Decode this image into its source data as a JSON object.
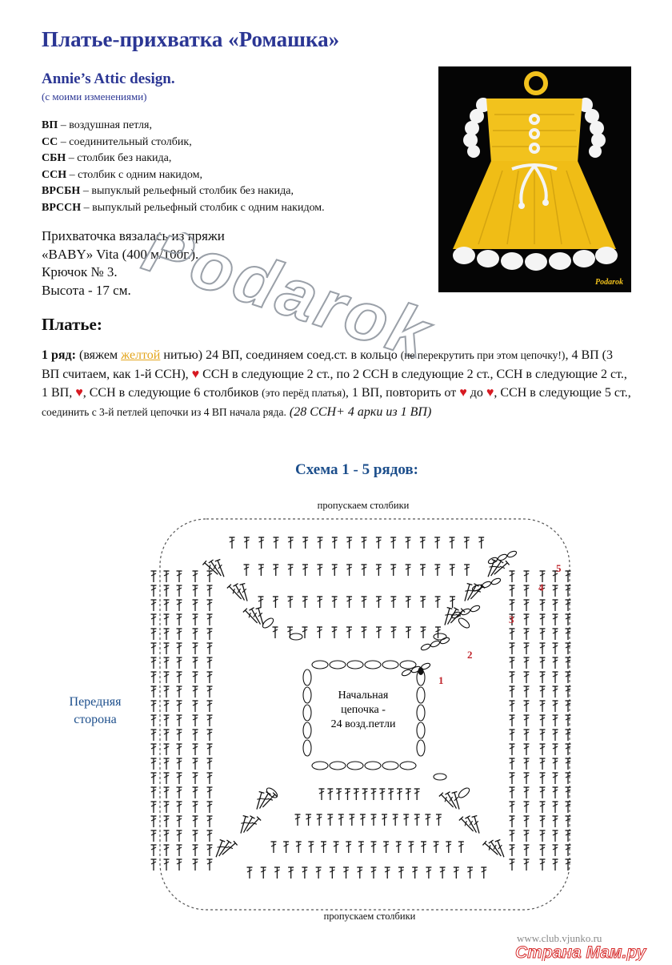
{
  "header": {
    "title": "Платье-прихватка «Ромашка»",
    "subtitle": "Annie’s Attic design.",
    "note": "(с моими изменениями)"
  },
  "legend": [
    {
      "abbr": "ВП",
      "text": " – воздушная петля,"
    },
    {
      "abbr": "СС",
      "text": " – соединительный столбик,"
    },
    {
      "abbr": "СБН",
      "text": " – столбик без накида,"
    },
    {
      "abbr": "ССН",
      "text": " – столбик с одним накидом,"
    },
    {
      "abbr": "ВРСБН",
      "text": " – выпуклый рельефный столбик без накида,"
    },
    {
      "abbr": "ВРССН",
      "text": " – выпуклый рельефный столбик с одним накидом."
    }
  ],
  "yarn": {
    "line1": "Прихваточка вязалась из пряжи",
    "line2": "«BABY» Vita (400 м/100г.).",
    "line3": "Крючок № 3.",
    "line4": "Высота - 17 см."
  },
  "dress": {
    "heading": "Платье:",
    "row1_label": "1 ряд:",
    "t1": " (вяжем ",
    "t_yellow": "желтой",
    "t2": " нитью) 24 ВП, соединяем соед.ст. в кольцо ",
    "t3": "(не перекрутить при этом цепочку!)",
    "t4": ", 4 ВП (3 ВП считаем, как 1-й ССН), ",
    "heart": "♥",
    "t5": " ССН в следующие 2 ст., по 2 ССН в следующие 2 ст., ССН в следующие 2 ст., 1 ВП, ",
    "t6": ", ССН в следующие 6 столбиков ",
    "t7": "(это перёд платья)",
    "t8": ", 1 ВП, повторить от ",
    "t9": " до ",
    "t10": ",  ССН в следующие 5 ст., ",
    "t11": "соединить с 3-й петлей цепочки из 4 ВП начала ряда.",
    "t12": "  (28 ССН+ 4 арки из 1 ВП)"
  },
  "photo": {
    "signature": "Podarok"
  },
  "watermark": "Podarok",
  "scheme": {
    "title": "Схема 1 - 5 рядов:",
    "top_label": "пропускаем столбики",
    "bottom_label": "пропускаем столбики",
    "center_line1": "Начальная",
    "center_line2": "цепочка -",
    "center_line3": "24 возд.петли",
    "row_numbers": [
      "1",
      "2",
      "3",
      "4",
      "5"
    ],
    "front_line1": "Передняя",
    "front_line2": "сторона"
  },
  "footer": {
    "site": "www.club.vjunko.ru",
    "brand": "Страна Мам.ру"
  },
  "colors": {
    "title": "#2b3694",
    "scheme": "#1d4f8c",
    "heart": "#d71921",
    "yellow": "#e3a51c",
    "dress": "#f2c21d",
    "brand": "#d62a2a"
  }
}
